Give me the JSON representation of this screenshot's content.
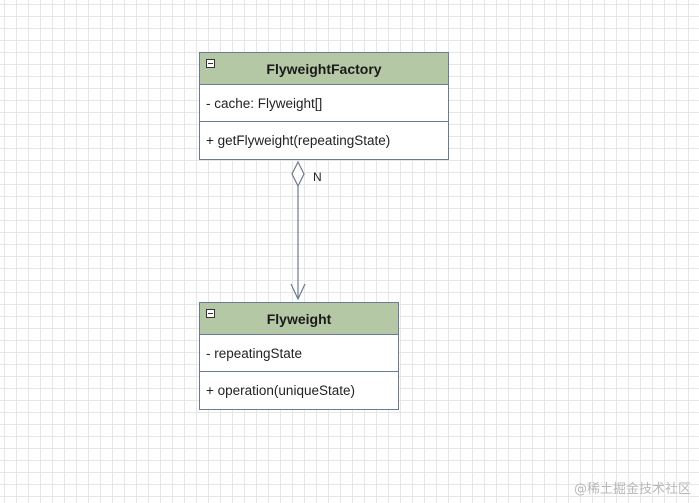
{
  "diagram": {
    "classes": [
      {
        "name": "FlyweightFactory",
        "attribute": "- cache: Flyweight[]",
        "method": "+ getFlyweight(repeatingState)"
      },
      {
        "name": "Flyweight",
        "attribute": "- repeatingState",
        "method": "+ operation(uniqueState)"
      }
    ],
    "association": {
      "type": "aggregation",
      "from": "FlyweightFactory",
      "to": "Flyweight",
      "multiplicity": "N"
    }
  },
  "colors": {
    "header_fill": "#b5c8a6",
    "border": "#6d7a93",
    "grid": "#e6e6e6"
  },
  "watermark": "@稀土掘金技术社区"
}
